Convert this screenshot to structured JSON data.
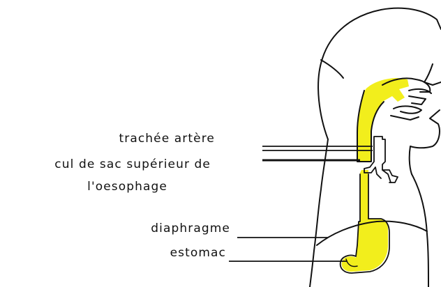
{
  "labels": {
    "trachea": "trachée artère",
    "esophagus_line1": "cul de sac supérieur de",
    "esophagus_line2": "l'oesophage",
    "diaphragm": "diaphragme",
    "stomach": "estomac"
  },
  "colors": {
    "outline": "#111111",
    "highlight": "#f2ee1c",
    "background": "#ffffff"
  }
}
